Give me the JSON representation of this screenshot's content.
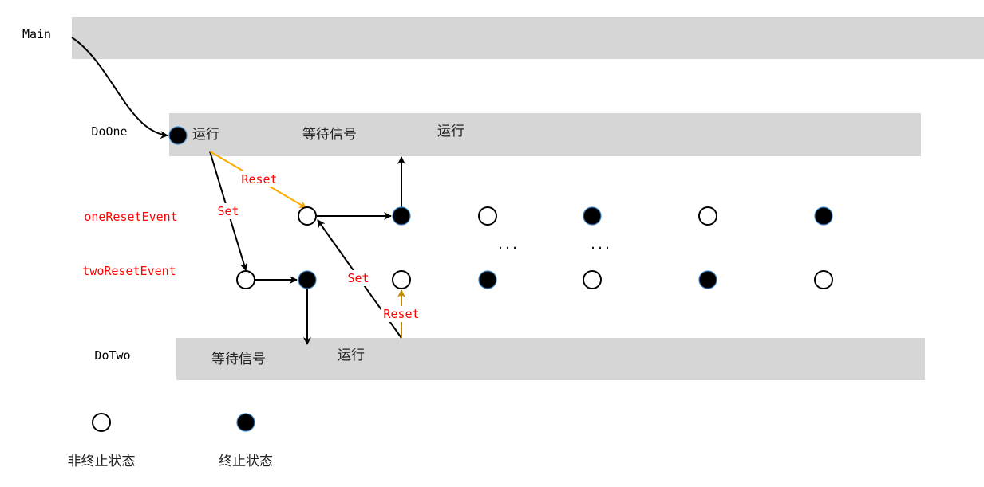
{
  "threads": {
    "main": "Main",
    "do_one": "DoOne",
    "do_two": "DoTwo"
  },
  "events": {
    "one": "oneResetEvent",
    "two": "twoResetEvent"
  },
  "states": {
    "run": "运行",
    "wait": "等待信号"
  },
  "arrows": {
    "set": "Set",
    "reset": "Reset"
  },
  "ellipsis": "...",
  "legend": {
    "non_signaled": "非终止状态",
    "signaled": "终止状态"
  },
  "colors": {
    "bar": "#d6d6d6",
    "label_red": "#ff0000",
    "reset_orange": "#ffaa00",
    "reset_gold": "#c08a00"
  }
}
